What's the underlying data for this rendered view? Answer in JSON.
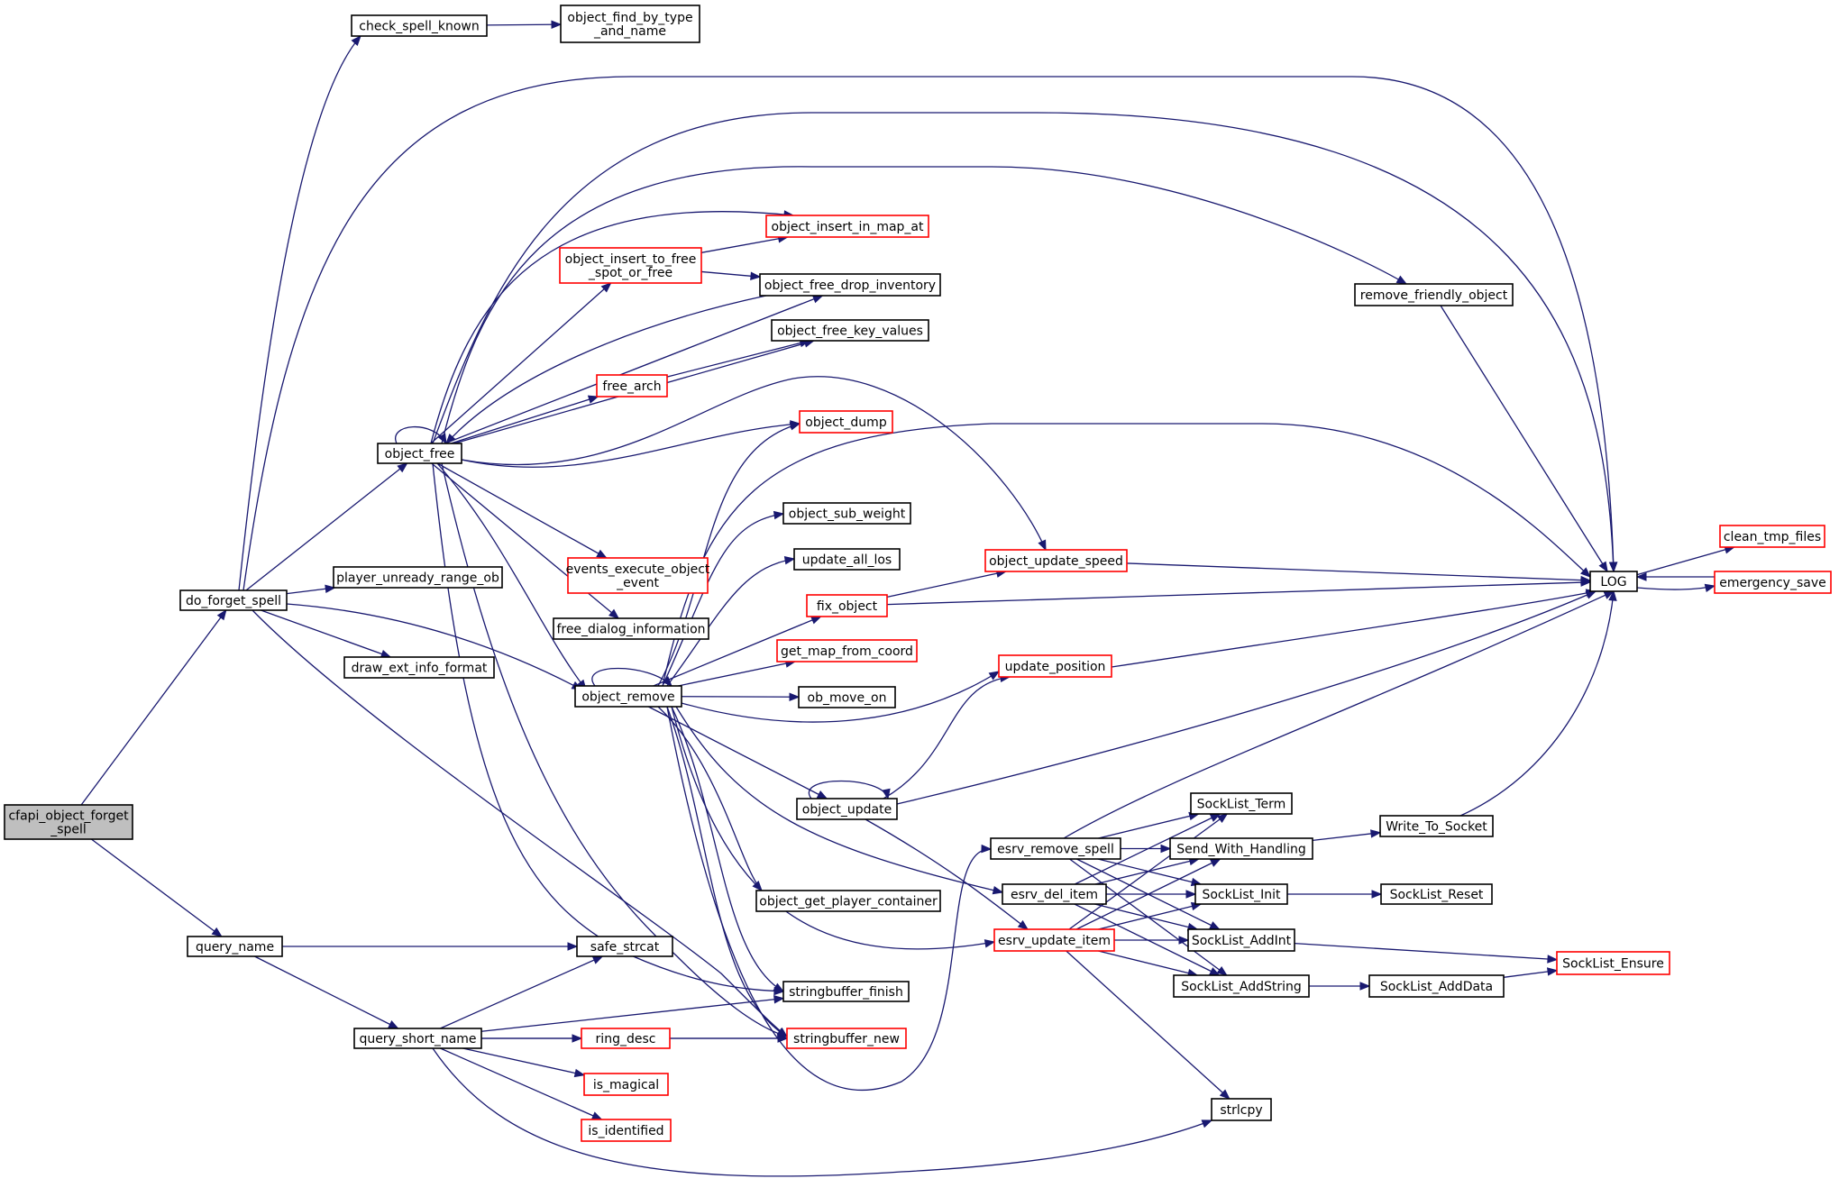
{
  "colors": {
    "edge": "#191970",
    "node_border": "#000000",
    "node_border_incomplete": "#ff0000",
    "root_fill": "#bfbfbf",
    "node_fill": "#ffffff"
  },
  "nodes": [
    {
      "id": "cfapi",
      "lines": [
        "cfapi_object_forget",
        "_spell"
      ],
      "root": true
    },
    {
      "id": "do_forget_spell",
      "lines": [
        "do_forget_spell"
      ]
    },
    {
      "id": "query_name",
      "lines": [
        "query_name"
      ]
    },
    {
      "id": "check_spell_known",
      "lines": [
        "check_spell_known"
      ]
    },
    {
      "id": "object_find_by_type",
      "lines": [
        "object_find_by_type",
        "_and_name"
      ]
    },
    {
      "id": "LOG",
      "lines": [
        "LOG"
      ]
    },
    {
      "id": "object_free",
      "lines": [
        "object_free"
      ]
    },
    {
      "id": "player_unready_range_ob",
      "lines": [
        "player_unready_range_ob"
      ]
    },
    {
      "id": "draw_ext_info_format",
      "lines": [
        "draw_ext_info_format"
      ]
    },
    {
      "id": "object_remove",
      "lines": [
        "object_remove"
      ]
    },
    {
      "id": "stringbuffer_new",
      "lines": [
        "stringbuffer_new"
      ],
      "red": true
    },
    {
      "id": "stringbuffer_finish",
      "lines": [
        "stringbuffer_finish"
      ]
    },
    {
      "id": "object_insert_in_map_at",
      "lines": [
        "object_insert_in_map_at"
      ],
      "red": true
    },
    {
      "id": "object_insert_to_free",
      "lines": [
        "object_insert_to_free",
        "_spot_or_free"
      ],
      "red": true
    },
    {
      "id": "object_free_drop_inventory",
      "lines": [
        "object_free_drop_inventory"
      ]
    },
    {
      "id": "object_free_key_values",
      "lines": [
        "object_free_key_values"
      ]
    },
    {
      "id": "free_arch",
      "lines": [
        "free_arch"
      ],
      "red": true
    },
    {
      "id": "object_dump",
      "lines": [
        "object_dump"
      ],
      "red": true
    },
    {
      "id": "object_update_speed",
      "lines": [
        "object_update_speed"
      ],
      "red": true
    },
    {
      "id": "events_execute",
      "lines": [
        "events_execute_object",
        "_event"
      ],
      "red": true
    },
    {
      "id": "free_dialog_information",
      "lines": [
        "free_dialog_information"
      ]
    },
    {
      "id": "remove_friendly_object",
      "lines": [
        "remove_friendly_object"
      ]
    },
    {
      "id": "object_sub_weight",
      "lines": [
        "object_sub_weight"
      ]
    },
    {
      "id": "update_all_los",
      "lines": [
        "update_all_los"
      ]
    },
    {
      "id": "fix_object",
      "lines": [
        "fix_object"
      ],
      "red": true
    },
    {
      "id": "get_map_from_coord",
      "lines": [
        "get_map_from_coord"
      ],
      "red": true
    },
    {
      "id": "ob_move_on",
      "lines": [
        "ob_move_on"
      ]
    },
    {
      "id": "update_position",
      "lines": [
        "update_position"
      ],
      "red": true
    },
    {
      "id": "object_update",
      "lines": [
        "object_update"
      ]
    },
    {
      "id": "object_get_player_container",
      "lines": [
        "object_get_player_container"
      ]
    },
    {
      "id": "esrv_del_item",
      "lines": [
        "esrv_del_item"
      ]
    },
    {
      "id": "esrv_update_item",
      "lines": [
        "esrv_update_item"
      ],
      "red": true
    },
    {
      "id": "esrv_remove_spell",
      "lines": [
        "esrv_remove_spell"
      ]
    },
    {
      "id": "SockList_Term",
      "lines": [
        "SockList_Term"
      ]
    },
    {
      "id": "Send_With_Handling",
      "lines": [
        "Send_With_Handling"
      ]
    },
    {
      "id": "SockList_Init",
      "lines": [
        "SockList_Init"
      ]
    },
    {
      "id": "SockList_AddInt",
      "lines": [
        "SockList_AddInt"
      ]
    },
    {
      "id": "SockList_AddString",
      "lines": [
        "SockList_AddString"
      ]
    },
    {
      "id": "strlcpy",
      "lines": [
        "strlcpy"
      ]
    },
    {
      "id": "Write_To_Socket",
      "lines": [
        "Write_To_Socket"
      ]
    },
    {
      "id": "SockList_Reset",
      "lines": [
        "SockList_Reset"
      ]
    },
    {
      "id": "SockList_AddData",
      "lines": [
        "SockList_AddData"
      ]
    },
    {
      "id": "SockList_Ensure",
      "lines": [
        "SockList_Ensure"
      ],
      "red": true
    },
    {
      "id": "clean_tmp_files",
      "lines": [
        "clean_tmp_files"
      ],
      "red": true
    },
    {
      "id": "emergency_save",
      "lines": [
        "emergency_save"
      ],
      "red": true
    },
    {
      "id": "safe_strcat",
      "lines": [
        "safe_strcat"
      ]
    },
    {
      "id": "query_short_name",
      "lines": [
        "query_short_name"
      ]
    },
    {
      "id": "ring_desc",
      "lines": [
        "ring_desc"
      ],
      "red": true
    },
    {
      "id": "is_magical",
      "lines": [
        "is_magical"
      ],
      "red": true
    },
    {
      "id": "is_identified",
      "lines": [
        "is_identified"
      ],
      "red": true
    }
  ],
  "edges": [
    {
      "from": "cfapi",
      "to": "do_forget_spell"
    },
    {
      "from": "cfapi",
      "to": "query_name"
    },
    {
      "from": "do_forget_spell",
      "to": "check_spell_known"
    },
    {
      "from": "do_forget_spell",
      "to": "LOG"
    },
    {
      "from": "do_forget_spell",
      "to": "object_free"
    },
    {
      "from": "do_forget_spell",
      "to": "player_unready_range_ob"
    },
    {
      "from": "do_forget_spell",
      "to": "draw_ext_info_format"
    },
    {
      "from": "do_forget_spell",
      "to": "object_remove"
    },
    {
      "from": "do_forget_spell",
      "to": "stringbuffer_new"
    },
    {
      "from": "check_spell_known",
      "to": "object_find_by_type"
    },
    {
      "from": "object_free",
      "to": "object_free"
    },
    {
      "from": "object_free",
      "to": "object_insert_in_map_at"
    },
    {
      "from": "object_free",
      "to": "object_insert_to_free"
    },
    {
      "from": "object_free",
      "to": "object_free_drop_inventory"
    },
    {
      "from": "object_free",
      "to": "object_free_key_values"
    },
    {
      "from": "object_free",
      "to": "free_arch"
    },
    {
      "from": "object_free",
      "to": "object_dump"
    },
    {
      "from": "object_free",
      "to": "LOG"
    },
    {
      "from": "object_free",
      "to": "events_execute"
    },
    {
      "from": "object_free",
      "to": "free_dialog_information"
    },
    {
      "from": "object_free",
      "to": "object_remove"
    },
    {
      "from": "object_free",
      "to": "remove_friendly_object"
    },
    {
      "from": "object_free",
      "to": "object_update_speed"
    },
    {
      "from": "object_free",
      "to": "stringbuffer_finish"
    },
    {
      "from": "object_free",
      "to": "stringbuffer_new"
    },
    {
      "from": "object_insert_to_free",
      "to": "object_insert_in_map_at"
    },
    {
      "from": "object_insert_to_free",
      "to": "object_free_drop_inventory"
    },
    {
      "from": "object_free_drop_inventory",
      "to": "object_free"
    },
    {
      "from": "free_arch",
      "to": "object_free_key_values"
    },
    {
      "from": "remove_friendly_object",
      "to": "LOG"
    },
    {
      "from": "object_remove",
      "to": "object_remove"
    },
    {
      "from": "object_remove",
      "to": "object_dump"
    },
    {
      "from": "object_remove",
      "to": "LOG"
    },
    {
      "from": "object_remove",
      "to": "object_sub_weight"
    },
    {
      "from": "object_remove",
      "to": "update_all_los"
    },
    {
      "from": "object_remove",
      "to": "fix_object"
    },
    {
      "from": "object_remove",
      "to": "get_map_from_coord"
    },
    {
      "from": "object_remove",
      "to": "ob_move_on"
    },
    {
      "from": "object_remove",
      "to": "update_position"
    },
    {
      "from": "object_remove",
      "to": "object_update"
    },
    {
      "from": "object_remove",
      "to": "object_get_player_container"
    },
    {
      "from": "object_remove",
      "to": "esrv_del_item"
    },
    {
      "from": "object_remove",
      "to": "esrv_update_item"
    },
    {
      "from": "object_remove",
      "to": "stringbuffer_finish"
    },
    {
      "from": "object_remove",
      "to": "stringbuffer_new"
    },
    {
      "from": "object_remove",
      "to": "esrv_remove_spell"
    },
    {
      "from": "fix_object",
      "to": "object_update_speed"
    },
    {
      "from": "fix_object",
      "to": "LOG"
    },
    {
      "from": "object_update_speed",
      "to": "LOG"
    },
    {
      "from": "update_position",
      "to": "LOG"
    },
    {
      "from": "object_update",
      "to": "object_update"
    },
    {
      "from": "object_update",
      "to": "update_position"
    },
    {
      "from": "object_update",
      "to": "LOG"
    },
    {
      "from": "object_update",
      "to": "esrv_update_item"
    },
    {
      "from": "esrv_remove_spell",
      "to": "LOG"
    },
    {
      "from": "esrv_remove_spell",
      "to": "SockList_Term"
    },
    {
      "from": "esrv_remove_spell",
      "to": "Send_With_Handling"
    },
    {
      "from": "esrv_remove_spell",
      "to": "SockList_Init"
    },
    {
      "from": "esrv_remove_spell",
      "to": "SockList_AddInt"
    },
    {
      "from": "esrv_remove_spell",
      "to": "SockList_AddString"
    },
    {
      "from": "esrv_del_item",
      "to": "SockList_Term"
    },
    {
      "from": "esrv_del_item",
      "to": "Send_With_Handling"
    },
    {
      "from": "esrv_del_item",
      "to": "SockList_Init"
    },
    {
      "from": "esrv_del_item",
      "to": "SockList_AddInt"
    },
    {
      "from": "esrv_del_item",
      "to": "SockList_AddString"
    },
    {
      "from": "esrv_update_item",
      "to": "SockList_Term"
    },
    {
      "from": "esrv_update_item",
      "to": "Send_With_Handling"
    },
    {
      "from": "esrv_update_item",
      "to": "SockList_Init"
    },
    {
      "from": "esrv_update_item",
      "to": "SockList_AddInt"
    },
    {
      "from": "esrv_update_item",
      "to": "SockList_AddString"
    },
    {
      "from": "esrv_update_item",
      "to": "strlcpy"
    },
    {
      "from": "Send_With_Handling",
      "to": "Write_To_Socket"
    },
    {
      "from": "Write_To_Socket",
      "to": "LOG"
    },
    {
      "from": "SockList_Init",
      "to": "SockList_Reset"
    },
    {
      "from": "SockList_AddInt",
      "to": "SockList_Ensure"
    },
    {
      "from": "SockList_AddString",
      "to": "SockList_AddData"
    },
    {
      "from": "SockList_AddData",
      "to": "SockList_Ensure"
    },
    {
      "from": "LOG",
      "to": "clean_tmp_files"
    },
    {
      "from": "LOG",
      "to": "emergency_save"
    },
    {
      "from": "emergency_save",
      "to": "LOG"
    },
    {
      "from": "query_name",
      "to": "safe_strcat"
    },
    {
      "from": "query_name",
      "to": "query_short_name"
    },
    {
      "from": "query_short_name",
      "to": "safe_strcat"
    },
    {
      "from": "query_short_name",
      "to": "stringbuffer_finish"
    },
    {
      "from": "query_short_name",
      "to": "ring_desc"
    },
    {
      "from": "query_short_name",
      "to": "stringbuffer_new"
    },
    {
      "from": "query_short_name",
      "to": "is_magical"
    },
    {
      "from": "query_short_name",
      "to": "is_identified"
    },
    {
      "from": "query_short_name",
      "to": "strlcpy"
    },
    {
      "from": "ring_desc",
      "to": "stringbuffer_new"
    }
  ]
}
